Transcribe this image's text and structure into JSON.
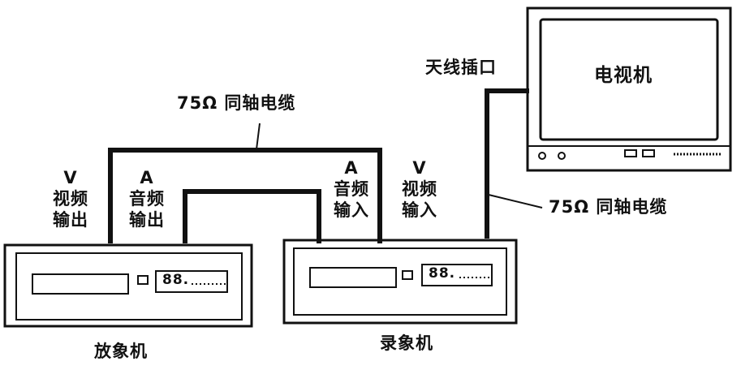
{
  "labels": {
    "antenna_port": "天线插口",
    "tv": "电视机",
    "cable_top": "75Ω 同轴电缆",
    "cable_right": "75Ω 同轴电缆",
    "player": "放象机",
    "recorder": "录象机"
  },
  "ports": {
    "player_video_out": {
      "letter": "V",
      "line1": "视频",
      "line2": "输出"
    },
    "player_audio_out": {
      "letter": "A",
      "line1": "音频",
      "line2": "输出"
    },
    "recorder_audio_in": {
      "letter": "A",
      "line1": "音频",
      "line2": "输入"
    },
    "recorder_video_in": {
      "letter": "V",
      "line1": "视频",
      "line2": "输入"
    }
  },
  "displays": {
    "player": "88.",
    "recorder": "88."
  }
}
